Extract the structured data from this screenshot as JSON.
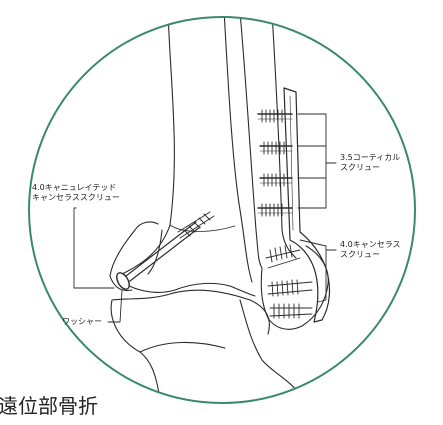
{
  "labels": {
    "cannulated_screw": [
      "4.0キャニュレイテッド",
      "キャンセラススクリュー"
    ],
    "cortical_screw": [
      "3.5コーティカル",
      "スクリュー"
    ],
    "cancellous_screw": [
      "4.0キャンセラス",
      "スクリュー"
    ],
    "washer": "ワッシャー"
  },
  "caption": "遠位部骨折",
  "colors": {
    "line": "#2b2b2b",
    "circle": "#3a8a6a",
    "background": "#ffffff"
  }
}
